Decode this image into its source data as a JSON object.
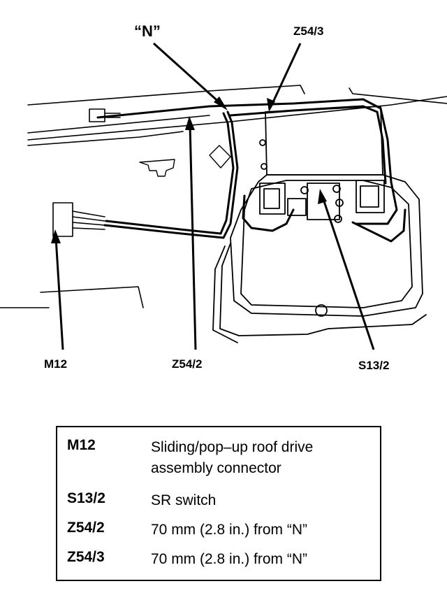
{
  "callouts": {
    "n_marker": "“N”",
    "z54_3": "Z54/3",
    "m12": "M12",
    "z54_2": "Z54/2",
    "s13_2": "S13/2"
  },
  "legend": {
    "rows": [
      {
        "code": "M12",
        "description": "Sliding/pop–up roof drive assembly connector"
      },
      {
        "code": "S13/2",
        "description": "SR switch"
      },
      {
        "code": "Z54/2",
        "description": "70 mm (2.8 in.) from “N”"
      },
      {
        "code": "Z54/3",
        "description": "70 mm (2.8 in.) from “N”"
      }
    ]
  }
}
